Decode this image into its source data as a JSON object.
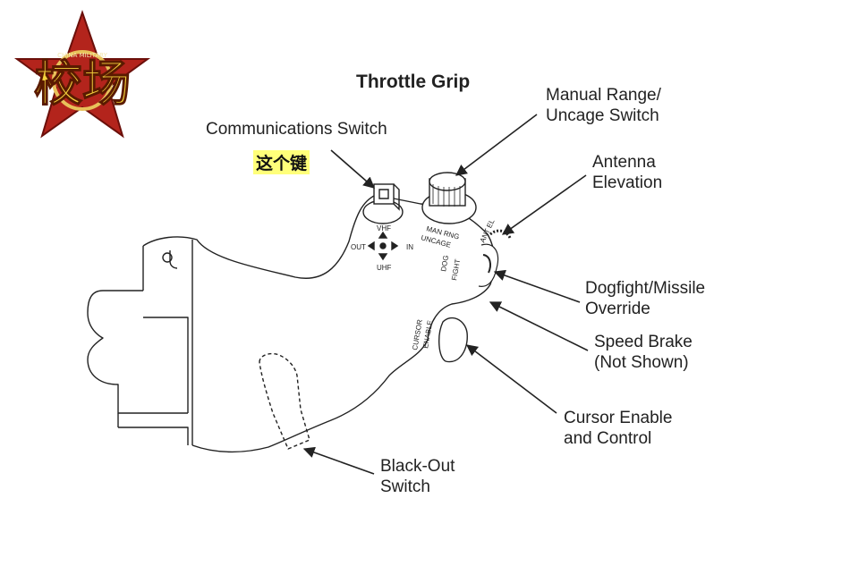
{
  "title": "Throttle Grip",
  "highlight_note": "这个键",
  "logo": {
    "text": "校场",
    "ring_text": "CHINA MILITARY"
  },
  "callouts": {
    "communications_switch": "Communications Switch",
    "manual_range": "Manual Range/\nUncage Switch",
    "antenna_elevation": "Antenna\nElevation",
    "dogfight_override": "Dogfight/Missile\nOverride",
    "speed_brake": "Speed Brake\n(Not Shown)",
    "cursor_enable": "Cursor Enable\nand Control",
    "blackout_switch": "Black-Out\nSwitch"
  },
  "grip_labels": {
    "vhf": "VHF",
    "uhf": "UHF",
    "out": "OUT",
    "in": "IN",
    "man_rng": "MAN RNG",
    "uncage": "UNCAGE",
    "dog": "DOG",
    "fight": "FIGHT",
    "cursor": "CURSOR",
    "enable": "ENABLE",
    "ant_el": "ANT EL"
  },
  "colors": {
    "line": "#222222",
    "highlight": "#ffff7a",
    "logo_star": "#b3241c",
    "logo_text": "#f3d23c"
  }
}
